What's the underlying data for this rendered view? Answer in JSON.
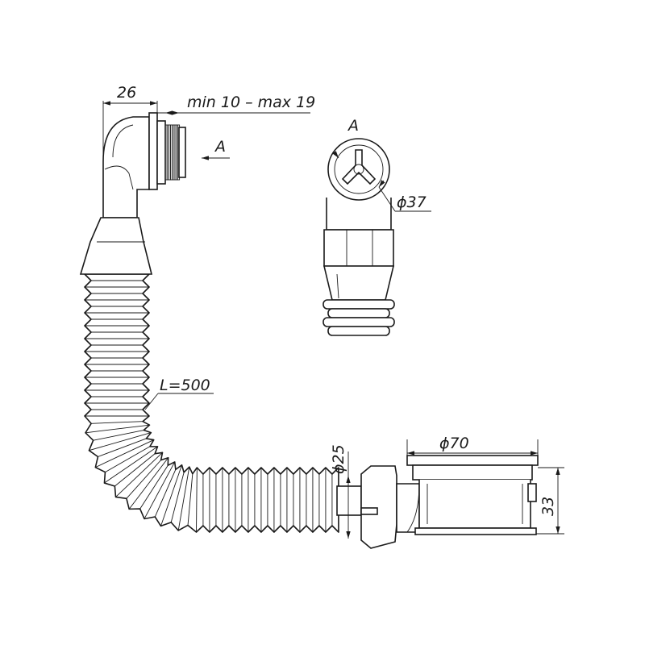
{
  "drawing": {
    "dimensions": {
      "elbow_depth": "26",
      "thread_range": "min 10 – max 19",
      "view_arrow": "A",
      "view_label": "A",
      "overflow_diameter": "ϕ37",
      "hose_length": "L=500",
      "outlet_diameter": "ϕ25",
      "drain_diameter": "ϕ70",
      "drain_height": "33"
    },
    "colors": {
      "line": "#1a1a1a",
      "background": "#ffffff"
    }
  }
}
